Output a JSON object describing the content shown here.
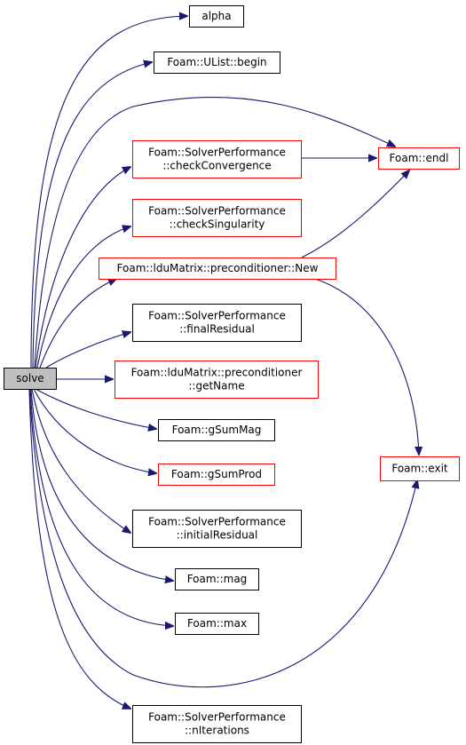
{
  "graph": {
    "edge_color": "#191970",
    "arrow_color": "#191970",
    "default_border": "#000000",
    "link_border": "#ff0000",
    "root_fill": "#bfbfbf",
    "nodes": [
      {
        "id": "solve",
        "lines": [
          "solve"
        ],
        "border": "#000000",
        "fill": "#bfbfbf"
      },
      {
        "id": "alpha",
        "lines": [
          "alpha"
        ],
        "border": "#000000",
        "fill": "#ffffff"
      },
      {
        "id": "ulist-begin",
        "lines": [
          "Foam::UList::begin"
        ],
        "border": "#000000",
        "fill": "#ffffff"
      },
      {
        "id": "check-convergence",
        "lines": [
          "Foam::SolverPerformance",
          "::checkConvergence"
        ],
        "border": "#ff0000",
        "fill": "#ffffff"
      },
      {
        "id": "endl",
        "lines": [
          "Foam::endl"
        ],
        "border": "#ff0000",
        "fill": "#ffffff"
      },
      {
        "id": "check-singularity",
        "lines": [
          "Foam::SolverPerformance",
          "::checkSingularity"
        ],
        "border": "#ff0000",
        "fill": "#ffffff"
      },
      {
        "id": "preconditioner-new",
        "lines": [
          "Foam::lduMatrix::preconditioner::New"
        ],
        "border": "#ff0000",
        "fill": "#ffffff"
      },
      {
        "id": "final-residual",
        "lines": [
          "Foam::SolverPerformance",
          "::finalResidual"
        ],
        "border": "#000000",
        "fill": "#ffffff"
      },
      {
        "id": "get-name",
        "lines": [
          "Foam::lduMatrix::preconditioner",
          "::getName"
        ],
        "border": "#ff0000",
        "fill": "#ffffff"
      },
      {
        "id": "gsummag",
        "lines": [
          "Foam::gSumMag"
        ],
        "border": "#000000",
        "fill": "#ffffff"
      },
      {
        "id": "gsumprod",
        "lines": [
          "Foam::gSumProd"
        ],
        "border": "#ff0000",
        "fill": "#ffffff"
      },
      {
        "id": "exit",
        "lines": [
          "Foam::exit"
        ],
        "border": "#ff0000",
        "fill": "#ffffff"
      },
      {
        "id": "initial-residual",
        "lines": [
          "Foam::SolverPerformance",
          "::initialResidual"
        ],
        "border": "#000000",
        "fill": "#ffffff"
      },
      {
        "id": "mag",
        "lines": [
          "Foam::mag"
        ],
        "border": "#000000",
        "fill": "#ffffff"
      },
      {
        "id": "max",
        "lines": [
          "Foam::max"
        ],
        "border": "#000000",
        "fill": "#ffffff"
      },
      {
        "id": "n-iterations",
        "lines": [
          "Foam::SolverPerformance",
          "::nIterations"
        ],
        "border": "#000000",
        "fill": "#ffffff"
      }
    ],
    "edges": [
      {
        "from": "solve",
        "to": "alpha"
      },
      {
        "from": "solve",
        "to": "ulist-begin"
      },
      {
        "from": "solve",
        "to": "endl"
      },
      {
        "from": "solve",
        "to": "check-convergence"
      },
      {
        "from": "solve",
        "to": "check-singularity"
      },
      {
        "from": "solve",
        "to": "preconditioner-new"
      },
      {
        "from": "solve",
        "to": "final-residual"
      },
      {
        "from": "solve",
        "to": "get-name"
      },
      {
        "from": "solve",
        "to": "gsummag"
      },
      {
        "from": "solve",
        "to": "gsumprod"
      },
      {
        "from": "solve",
        "to": "initial-residual"
      },
      {
        "from": "solve",
        "to": "mag"
      },
      {
        "from": "solve",
        "to": "max"
      },
      {
        "from": "solve",
        "to": "exit"
      },
      {
        "from": "solve",
        "to": "n-iterations"
      },
      {
        "from": "check-convergence",
        "to": "endl"
      },
      {
        "from": "preconditioner-new",
        "to": "endl"
      },
      {
        "from": "preconditioner-new",
        "to": "exit"
      }
    ]
  }
}
